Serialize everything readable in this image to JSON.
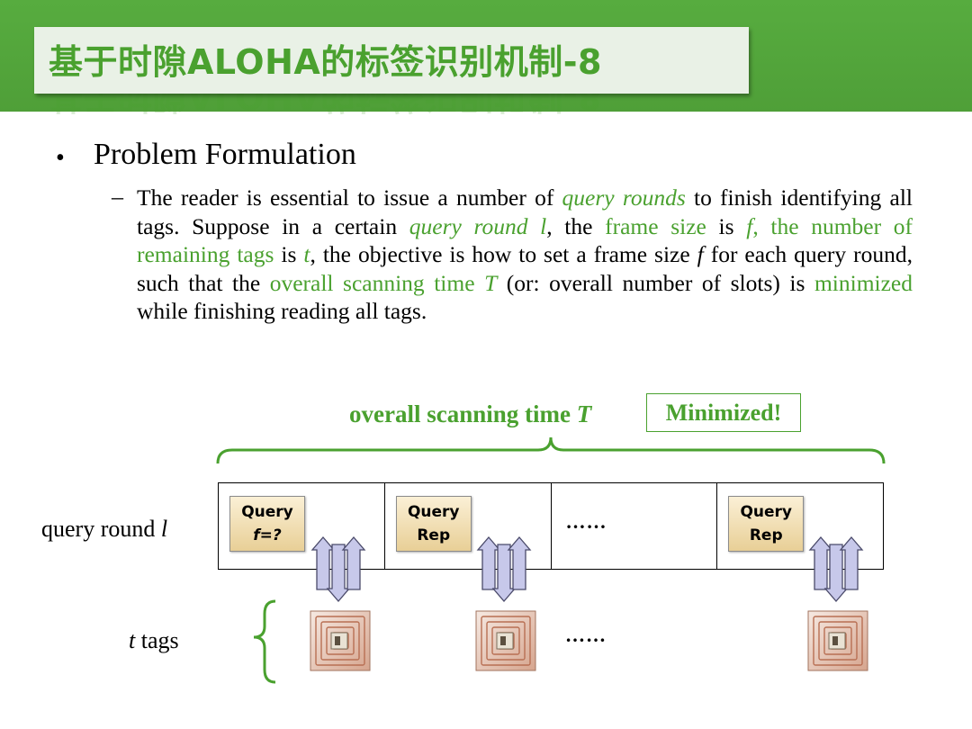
{
  "slide": {
    "title": "基于时隙ALOHA的标签识别机制-8",
    "bullet": "Problem Formulation",
    "para": [
      {
        "t": "The reader is essential to issue a number of ",
        "s": ""
      },
      {
        "t": "query rounds",
        "s": "green ital"
      },
      {
        "t": " to finish identifying all tags. Suppose in a certain ",
        "s": ""
      },
      {
        "t": "query round l",
        "s": "green ital"
      },
      {
        "t": ", the ",
        "s": ""
      },
      {
        "t": "frame size",
        "s": "green"
      },
      {
        "t": " is ",
        "s": ""
      },
      {
        "t": "f",
        "s": "green ital"
      },
      {
        "t": ", the number of remaining tags",
        "s": "green"
      },
      {
        "t": " is ",
        "s": ""
      },
      {
        "t": "t",
        "s": "green ital"
      },
      {
        "t": ", the objective is how to set a frame size ",
        "s": ""
      },
      {
        "t": "f",
        "s": "ital"
      },
      {
        "t": " for each query round, such that the ",
        "s": ""
      },
      {
        "t": "overall scanning time ",
        "s": "green"
      },
      {
        "t": "T",
        "s": "green ital"
      },
      {
        "t": " (or: overall number of slots) is ",
        "s": ""
      },
      {
        "t": "minimized",
        "s": "green"
      },
      {
        "t": " while finishing reading all tags.",
        "s": ""
      }
    ]
  },
  "diagram": {
    "title_text": "overall scanning time ",
    "title_var": "T",
    "minimized": "Minimized!",
    "query_round_text": "query round ",
    "query_round_var": "l",
    "tags_var": "t",
    "tags_text": " tags",
    "slots": [
      {
        "line1": "Query",
        "line2": "f=?",
        "italic2": true
      },
      {
        "line1": "Query",
        "line2": "Rep",
        "italic2": false
      },
      {
        "ellipsis": "……"
      },
      {
        "line1": "Query",
        "line2": "Rep",
        "italic2": false
      }
    ],
    "tags_ellipsis": "……",
    "colors": {
      "accent": "#4aa12f",
      "band": "#57ac3f",
      "title_bg": "#e9f1e6",
      "query_box": "#f3e2b8",
      "arrow": "#c7c8ea"
    }
  }
}
